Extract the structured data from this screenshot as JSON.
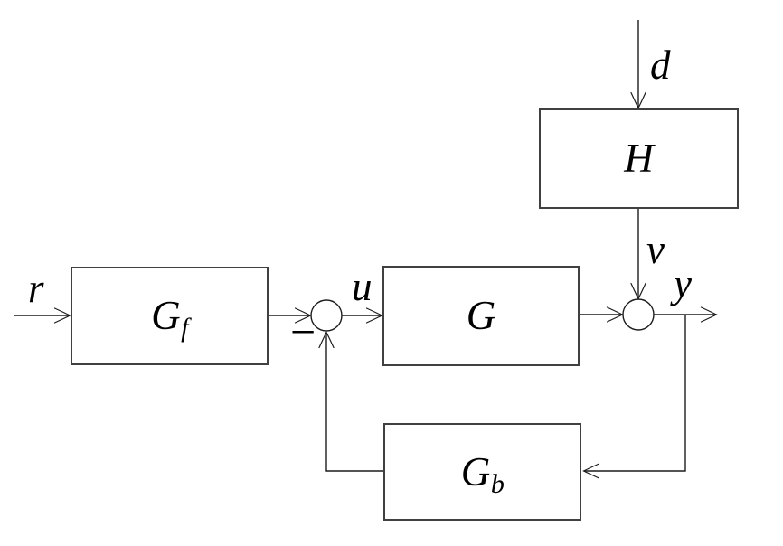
{
  "diagram_type": "feedback-control-block-diagram",
  "colors": {
    "background": "#ffffff",
    "wire": "#1c1c1c",
    "block_border": "#404040",
    "text": "#000000"
  },
  "blocks": {
    "h": {
      "label": "H",
      "sub": ""
    },
    "gf": {
      "label": "G",
      "sub": "f"
    },
    "g": {
      "label": "G",
      "sub": ""
    },
    "gb": {
      "label": "G",
      "sub": "b"
    }
  },
  "signals": {
    "r": "r",
    "d": "d",
    "u": "u",
    "v": "v",
    "y": "y",
    "minus": "−"
  }
}
